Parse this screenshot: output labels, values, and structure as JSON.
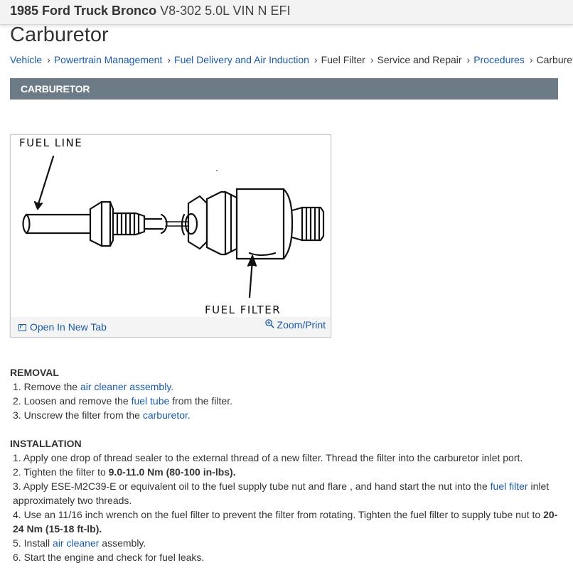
{
  "header": {
    "vehicle_title_bold": "1985 Ford Truck Bronco",
    "vehicle_title_light": "V8-302 5.0L VIN N EFI"
  },
  "page_title": "Carburetor",
  "breadcrumb": {
    "items": [
      {
        "label": "Vehicle",
        "link": true
      },
      {
        "label": "Powertrain Management",
        "link": true
      },
      {
        "label": "Fuel Delivery and Air Induction",
        "link": true
      },
      {
        "label": "Fuel Filter",
        "link": false
      },
      {
        "label": "Service and Repair",
        "link": false
      },
      {
        "label": "Procedures",
        "link": true
      },
      {
        "label": "Carburetor",
        "link": false
      }
    ],
    "separator_icon": "chevron-right-icon"
  },
  "section_title": "CARBURETOR",
  "figure": {
    "label_fuel_line": "FUEL LINE",
    "label_fuel_filter": "FUEL FILTER",
    "open_tab_label": "Open In New Tab",
    "zoom_label": "Zoom/Print"
  },
  "removal": {
    "heading": "REMOVAL",
    "step1_prefix": "1. Remove the ",
    "step1_link": "air cleaner assembly",
    "step1_suffix": ".",
    "step2_prefix": "2. Loosen and remove the ",
    "step2_link": "fuel tube",
    "step2_suffix": " from the filter.",
    "step3_prefix": "3. Unscrew the filter from the ",
    "step3_link": "carburetor",
    "step3_suffix": "."
  },
  "installation": {
    "heading": "INSTALLATION",
    "step1": "1. Apply one drop of thread sealer to the external thread of a new filter. Thread the filter into the carburetor inlet port.",
    "step2_prefix": "2. Tighten the filter to ",
    "step2_bold": "9.0-11.0 Nm (80-100 in-lbs).",
    "step3_prefix": "3. Apply ESE-M2C39-E or equivalent oil to the fuel supply tube nut and flare , and hand start the nut into the ",
    "step3_link": "fuel filter",
    "step3_suffix": " inlet approximately two threads.",
    "step4_prefix": "4. Use an 11/16 inch wrench on the fuel filter to prevent the filter from rotating. Tighten the fuel filter to supply tube nut to ",
    "step4_bold": "20-24 Nm (15-18 ft-lb).",
    "step5_prefix": "5. Install ",
    "step5_link": "air cleaner",
    "step5_suffix": " assembly.",
    "step6": "6. Start the engine and check for fuel leaks."
  },
  "colors": {
    "link": "#1a5aa5",
    "section_bar": "#6d7b86",
    "topbar": "#f3f3f3"
  }
}
